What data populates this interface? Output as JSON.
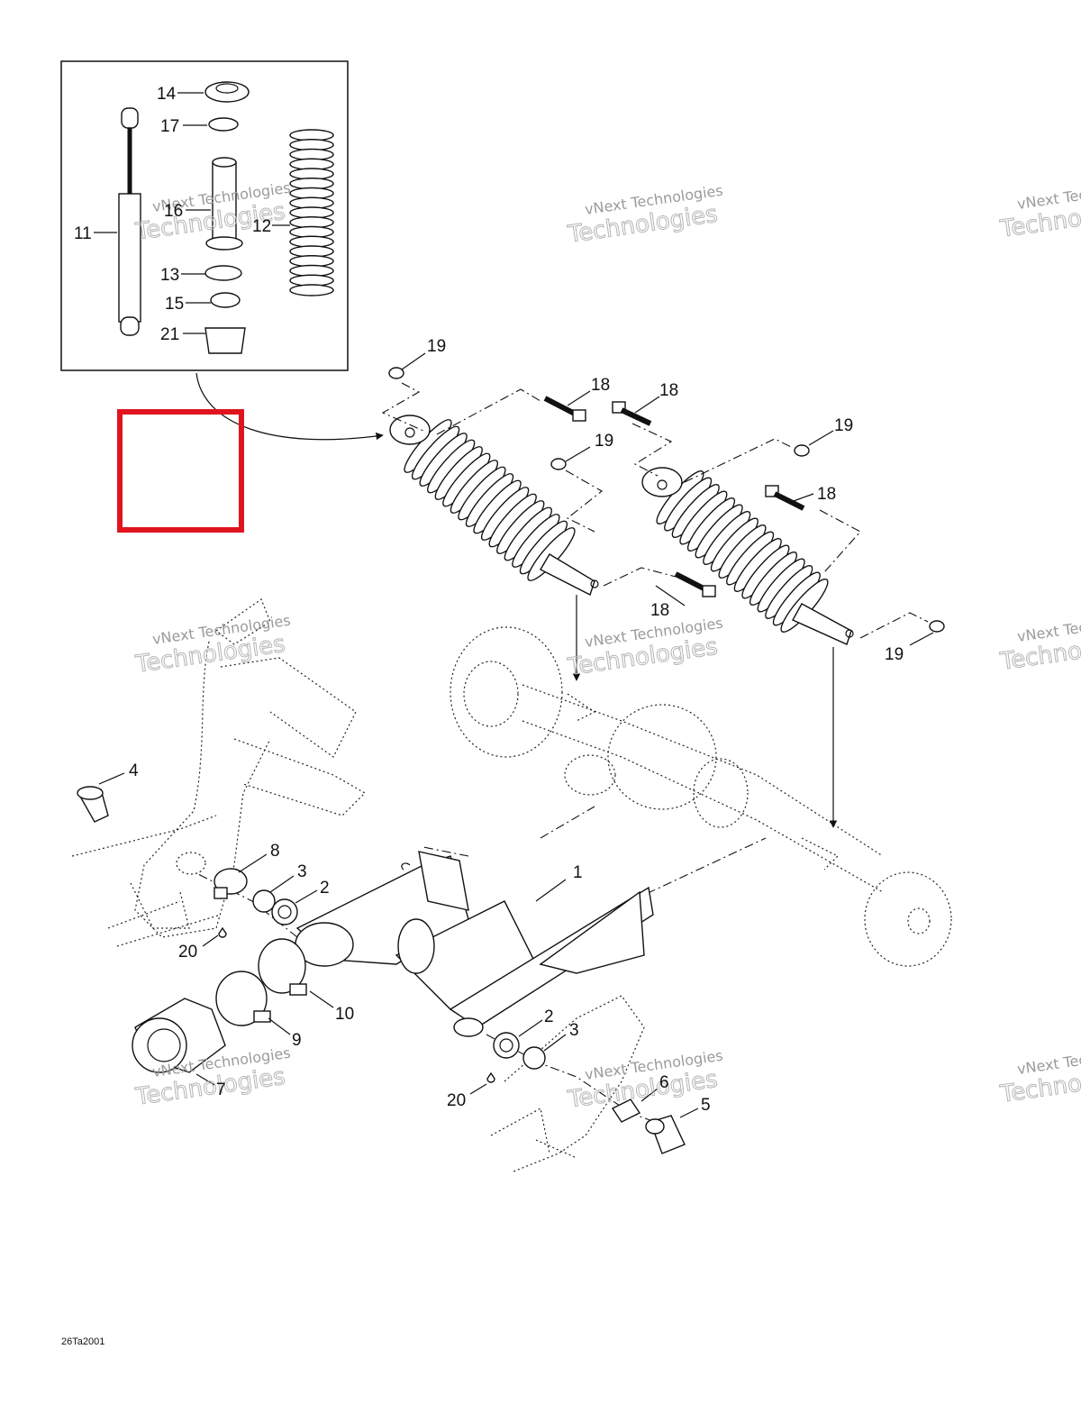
{
  "diagram": {
    "callouts": [
      "14",
      "17",
      "16",
      "11",
      "12",
      "13",
      "15",
      "21",
      "19",
      "18",
      "18",
      "19",
      "19",
      "18",
      "18",
      "19",
      "4",
      "8",
      "3",
      "2",
      "1",
      "20",
      "10",
      "9",
      "7",
      "2",
      "3",
      "20",
      "6",
      "5"
    ],
    "reference_code": "26Ta2001",
    "highlight_color": "#e0141e",
    "watermark": {
      "line1": "vNext Technologies",
      "line2": "Technologies"
    }
  }
}
